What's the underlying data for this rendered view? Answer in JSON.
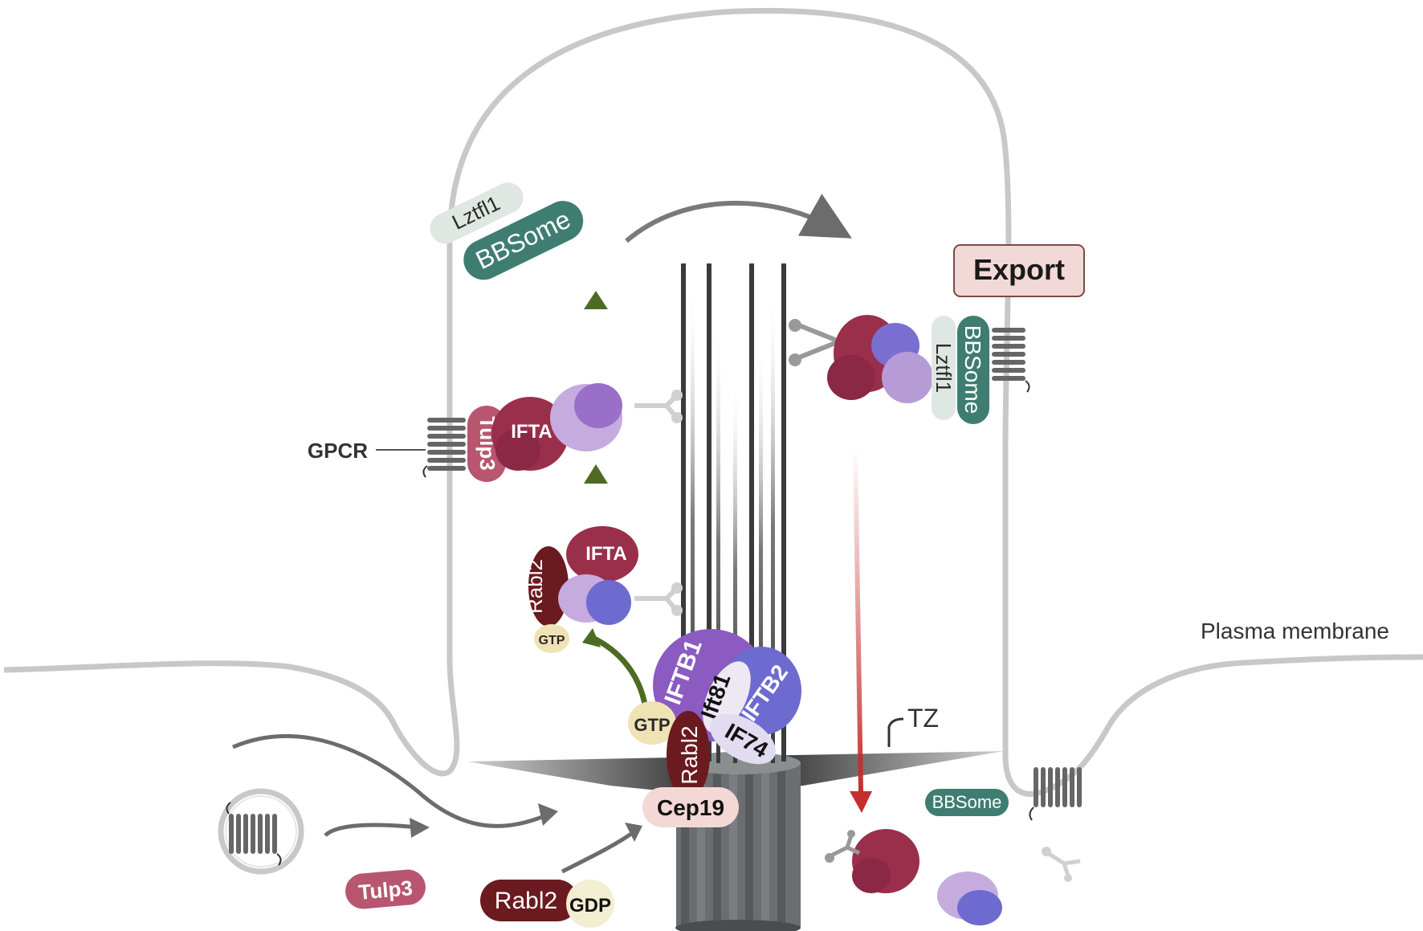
{
  "labels": {
    "lztfl1_top": "Lztfl1",
    "bbsome_top": "BBSome",
    "export": "Export",
    "gpcr": "GPCR",
    "tulp3_upper": "Tulp3",
    "ifta_upper": "IFTA",
    "ifta_lower": "IFTA",
    "rabl2_upper": "Rabl2",
    "gtp_upper": "GTP",
    "iftb1": "IFTB1",
    "ift81": "Ift81",
    "iftb2": "IFTB2",
    "if74": "IF74",
    "gtp_lower": "GTP",
    "rabl2_lower": "Rabl2",
    "cep19": "Cep19",
    "tz": "TZ",
    "plasma_membrane": "Plasma membrane",
    "bbsome_bottom": "BBSome",
    "tulp3_bottom": "Tulp3",
    "rabl2_gdp": "Rabl2",
    "gdp": "GDP",
    "lztfl1_export": "Lztfl1",
    "bbsome_export": "BBSome"
  },
  "colors": {
    "membrane": "#c8c8c8",
    "bbsome": "#3f7d72",
    "lztfl1": "#dfe7e2",
    "ifta": "#9a2f4c",
    "iftb1": "#8b5bc2",
    "iftb2": "#6d6bd0",
    "ift81": "#ede8f4",
    "rabl2": "#6b1a1f",
    "gtp": "#efe2b4",
    "cep19": "#f4d8d6",
    "tulp3": "#b9566f",
    "export_box": "#f2d9d7",
    "arrow_green": "#4e6b24",
    "arrow_red": "#c62d2d",
    "arrow_gray": "#6c6c6c",
    "axoneme": "#3a3a3a"
  }
}
